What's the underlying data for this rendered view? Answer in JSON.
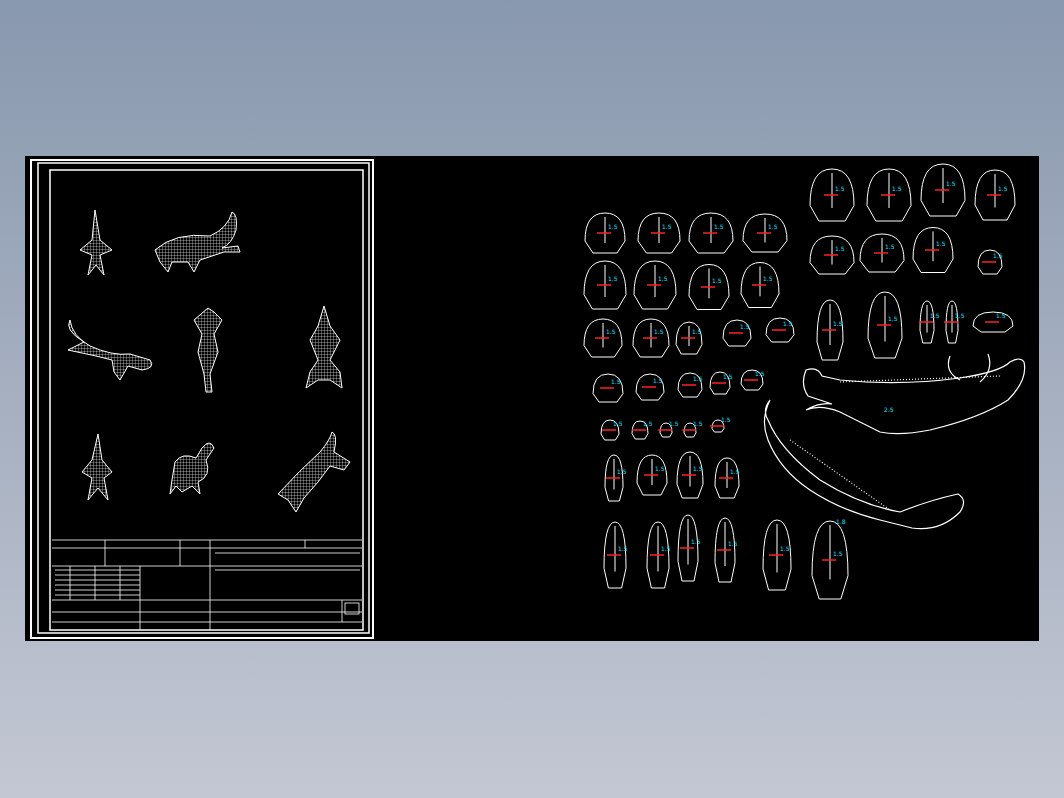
{
  "diagram": {
    "labels": [
      "1.5",
      "1.5",
      "1.5",
      "1.5",
      "1.5",
      "1.5",
      "1.5",
      "1.5",
      "1.5",
      "1.5",
      "1.5",
      "1.5",
      "1.5",
      "1.5",
      "1.5",
      "1.5",
      "1.5",
      "1.5",
      "1.5",
      "1.5",
      "1.5",
      "1.5",
      "1.5",
      "1.5",
      "1.5",
      "1.5",
      "1.5",
      "1.5",
      "1.5",
      "1.5",
      "1.5",
      "1.5",
      "1.5",
      "1.5",
      "1.5",
      "1.5",
      "1.5",
      "1.5",
      "1.5",
      "1.5",
      "1.5",
      "1.5",
      "1.5",
      "1.5",
      "1.5",
      "1.5",
      "2.5",
      "1.8"
    ]
  }
}
